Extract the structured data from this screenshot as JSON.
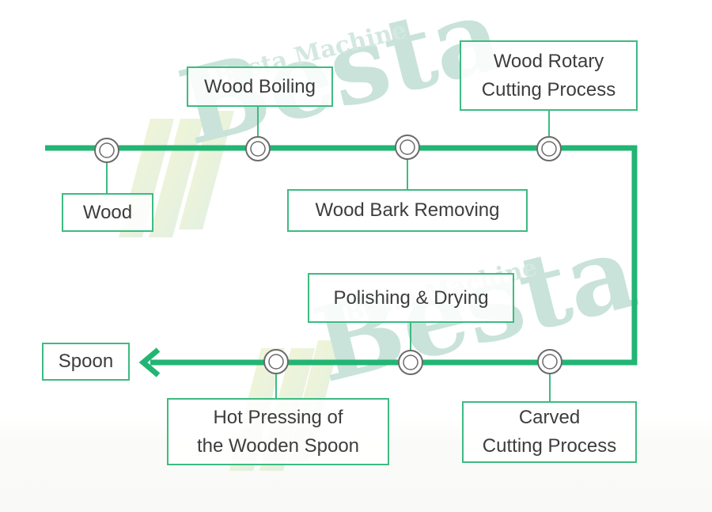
{
  "diagram": {
    "title": "Wooden Spoon Production Process",
    "colors": {
      "flow_line": "#22b573",
      "box_border": "#3dbb82",
      "text": "#3d3d3d",
      "node_ring": "#6b6b6b",
      "watermark": "#c9e3da"
    },
    "watermark": {
      "brand": "Besta",
      "tagline": "Besta Machine"
    },
    "steps": [
      {
        "id": "wood",
        "label": "Wood",
        "lines": [
          "Wood"
        ]
      },
      {
        "id": "wood-boiling",
        "label": "Wood Boiling",
        "lines": [
          "Wood Boiling"
        ]
      },
      {
        "id": "wood-bark-removing",
        "label": "Wood Bark Removing",
        "lines": [
          "Wood Bark Removing"
        ]
      },
      {
        "id": "wood-rotary-cutting",
        "label": "Wood Rotary Cutting Process",
        "lines": [
          "Wood Rotary",
          "Cutting Process"
        ]
      },
      {
        "id": "carved-cutting",
        "label": "Carved Cutting Process",
        "lines": [
          "Carved",
          "Cutting Process"
        ]
      },
      {
        "id": "polishing-drying",
        "label": "Polishing & Drying",
        "lines": [
          "Polishing & Drying"
        ]
      },
      {
        "id": "hot-pressing",
        "label": "Hot Pressing of the Wooden Spoon",
        "lines": [
          "Hot Pressing of",
          "the Wooden Spoon"
        ]
      },
      {
        "id": "spoon",
        "label": "Spoon",
        "lines": [
          "Spoon"
        ]
      }
    ]
  }
}
